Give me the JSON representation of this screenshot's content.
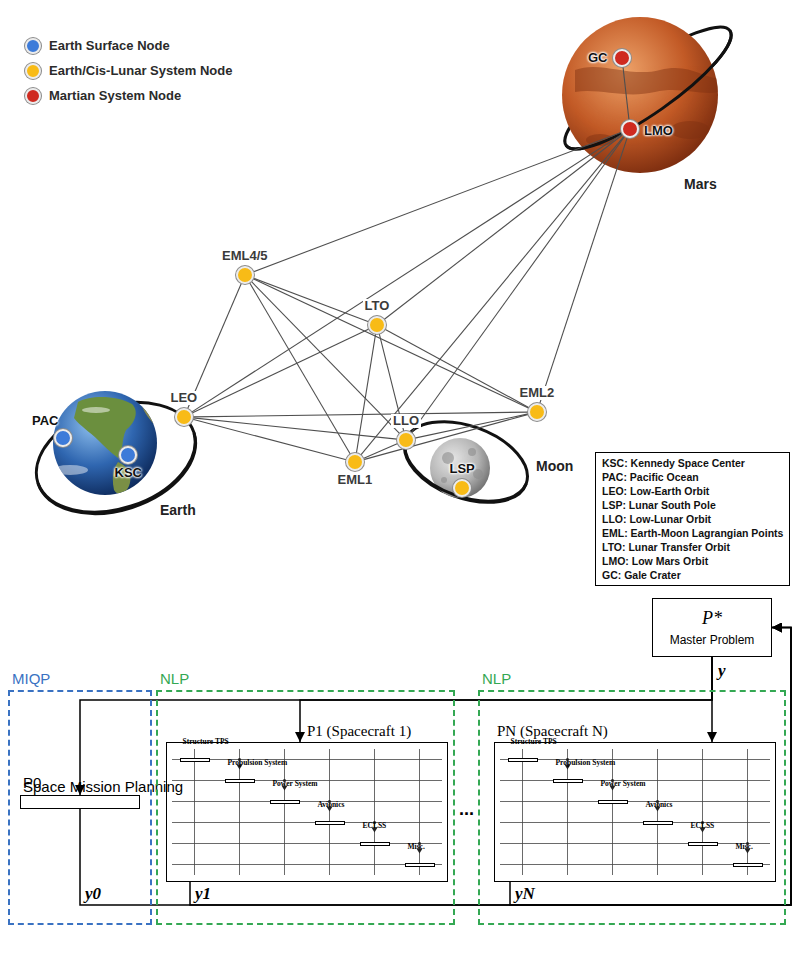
{
  "diagram": {
    "nodes": [
      {
        "text": [
          "GC"
        ]
      },
      {
        "text": [
          "LMO"
        ]
      },
      {
        "text": [
          "EML4/5"
        ]
      },
      {
        "text": [
          "LTO"
        ]
      },
      {
        "text": [
          "LEO"
        ]
      },
      {
        "text": [
          "PAC"
        ]
      },
      {
        "text": [
          "KSC"
        ]
      },
      {
        "text": [
          "LLO"
        ]
      },
      {
        "text": [
          "EML2"
        ]
      },
      {
        "text": [
          "EML1"
        ]
      },
      {
        "text": [
          "LSP"
        ]
      },
      {
        "text": [
          "KSC: Kennedy Space Center",
          "PAC: Pacific Ocean",
          "LEO: Low-Earth Orbit",
          "LSP: Lunar South Pole",
          "LLO: Low-Lunar Orbit",
          "EML: Earth-Moon Lagrangian Points",
          "LTO: Lunar Transfer Orbit",
          "LMO: Low Mars Orbit",
          "GC: Gale Crater"
        ]
      },
      {
        "text": [
          "P*",
          "Master Problem"
        ]
      },
      {
        "text": [
          "MIQP"
        ]
      },
      {
        "text": [
          "P0",
          "Space Mission Planning"
        ],
        "in": 13
      },
      {
        "text": [
          "NLP"
        ]
      },
      {
        "text": [
          "P1 (Spacecraft 1)"
        ],
        "in": 15
      },
      {
        "text": [
          "Structure TPS"
        ],
        "in": 16
      },
      {
        "text": [
          "Propulsion System"
        ],
        "in": 16
      },
      {
        "text": [
          "Power System"
        ],
        "in": 16
      },
      {
        "text": [
          "Avionics"
        ],
        "in": 16
      },
      {
        "text": [
          "ECLSS"
        ],
        "in": 16
      },
      {
        "text": [
          "Misc."
        ],
        "in": 16
      },
      {
        "text": [
          "NLP"
        ]
      },
      {
        "text": [
          "PN (Spacecraft N)"
        ],
        "in": 23
      },
      {
        "text": [
          "Structure TPS"
        ],
        "in": 24
      },
      {
        "text": [
          "Propulsion System"
        ],
        "in": 24
      },
      {
        "text": [
          "Power System"
        ],
        "in": 24
      },
      {
        "text": [
          "Avionics"
        ],
        "in": 24
      },
      {
        "text": [
          "ECLSS"
        ],
        "in": 24
      },
      {
        "text": [
          "Misc."
        ],
        "in": 24
      }
    ],
    "edges": [
      {
        "from": 0,
        "to": 1,
        "arrow": "none"
      },
      {
        "from": 1,
        "to": 2,
        "arrow": "none"
      },
      {
        "from": 1,
        "to": 3,
        "arrow": "none"
      },
      {
        "from": 1,
        "to": 4,
        "arrow": "none"
      },
      {
        "from": 1,
        "to": 9,
        "arrow": "none"
      },
      {
        "from": 1,
        "to": 7,
        "arrow": "none"
      },
      {
        "from": 1,
        "to": 8,
        "arrow": "none"
      },
      {
        "from": 2,
        "to": 3,
        "arrow": "none"
      },
      {
        "from": 2,
        "to": 4,
        "arrow": "none"
      },
      {
        "from": 2,
        "to": 9,
        "arrow": "none"
      },
      {
        "from": 2,
        "to": 7,
        "arrow": "none"
      },
      {
        "from": 2,
        "to": 8,
        "arrow": "none"
      },
      {
        "from": 3,
        "to": 4,
        "arrow": "none"
      },
      {
        "from": 3,
        "to": 9,
        "arrow": "none"
      },
      {
        "from": 3,
        "to": 7,
        "arrow": "none"
      },
      {
        "from": 3,
        "to": 8,
        "arrow": "none"
      },
      {
        "from": 4,
        "to": 9,
        "arrow": "none"
      },
      {
        "from": 4,
        "to": 7,
        "arrow": "none"
      },
      {
        "from": 4,
        "to": 8,
        "arrow": "none"
      },
      {
        "from": 9,
        "to": 7,
        "arrow": "none"
      },
      {
        "from": 9,
        "to": 8,
        "arrow": "none"
      },
      {
        "from": 7,
        "to": 8,
        "arrow": "none"
      },
      {
        "from": 12,
        "to": 14,
        "arrow": "to"
      },
      {
        "from": 12,
        "to": 16,
        "arrow": "to"
      },
      {
        "from": 12,
        "to": 24,
        "arrow": "to"
      },
      {
        "from": 14,
        "to": 12,
        "label": "y0",
        "arrow": "to"
      },
      {
        "from": 16,
        "to": 12,
        "label": "y1",
        "arrow": "to"
      },
      {
        "from": 24,
        "to": 12,
        "label": "yN",
        "arrow": "to"
      }
    ],
    "labels": [
      "Earth",
      "Moon",
      "Mars",
      "y",
      "..."
    ],
    "legend": [
      {
        "text": "Earth Surface Node",
        "color": "#3d7bd9"
      },
      {
        "text": "Earth/Cis-Lunar System Node",
        "color": "#f8bb17"
      },
      {
        "text": "Martian System Node",
        "color": "#cf2a20"
      }
    ]
  }
}
